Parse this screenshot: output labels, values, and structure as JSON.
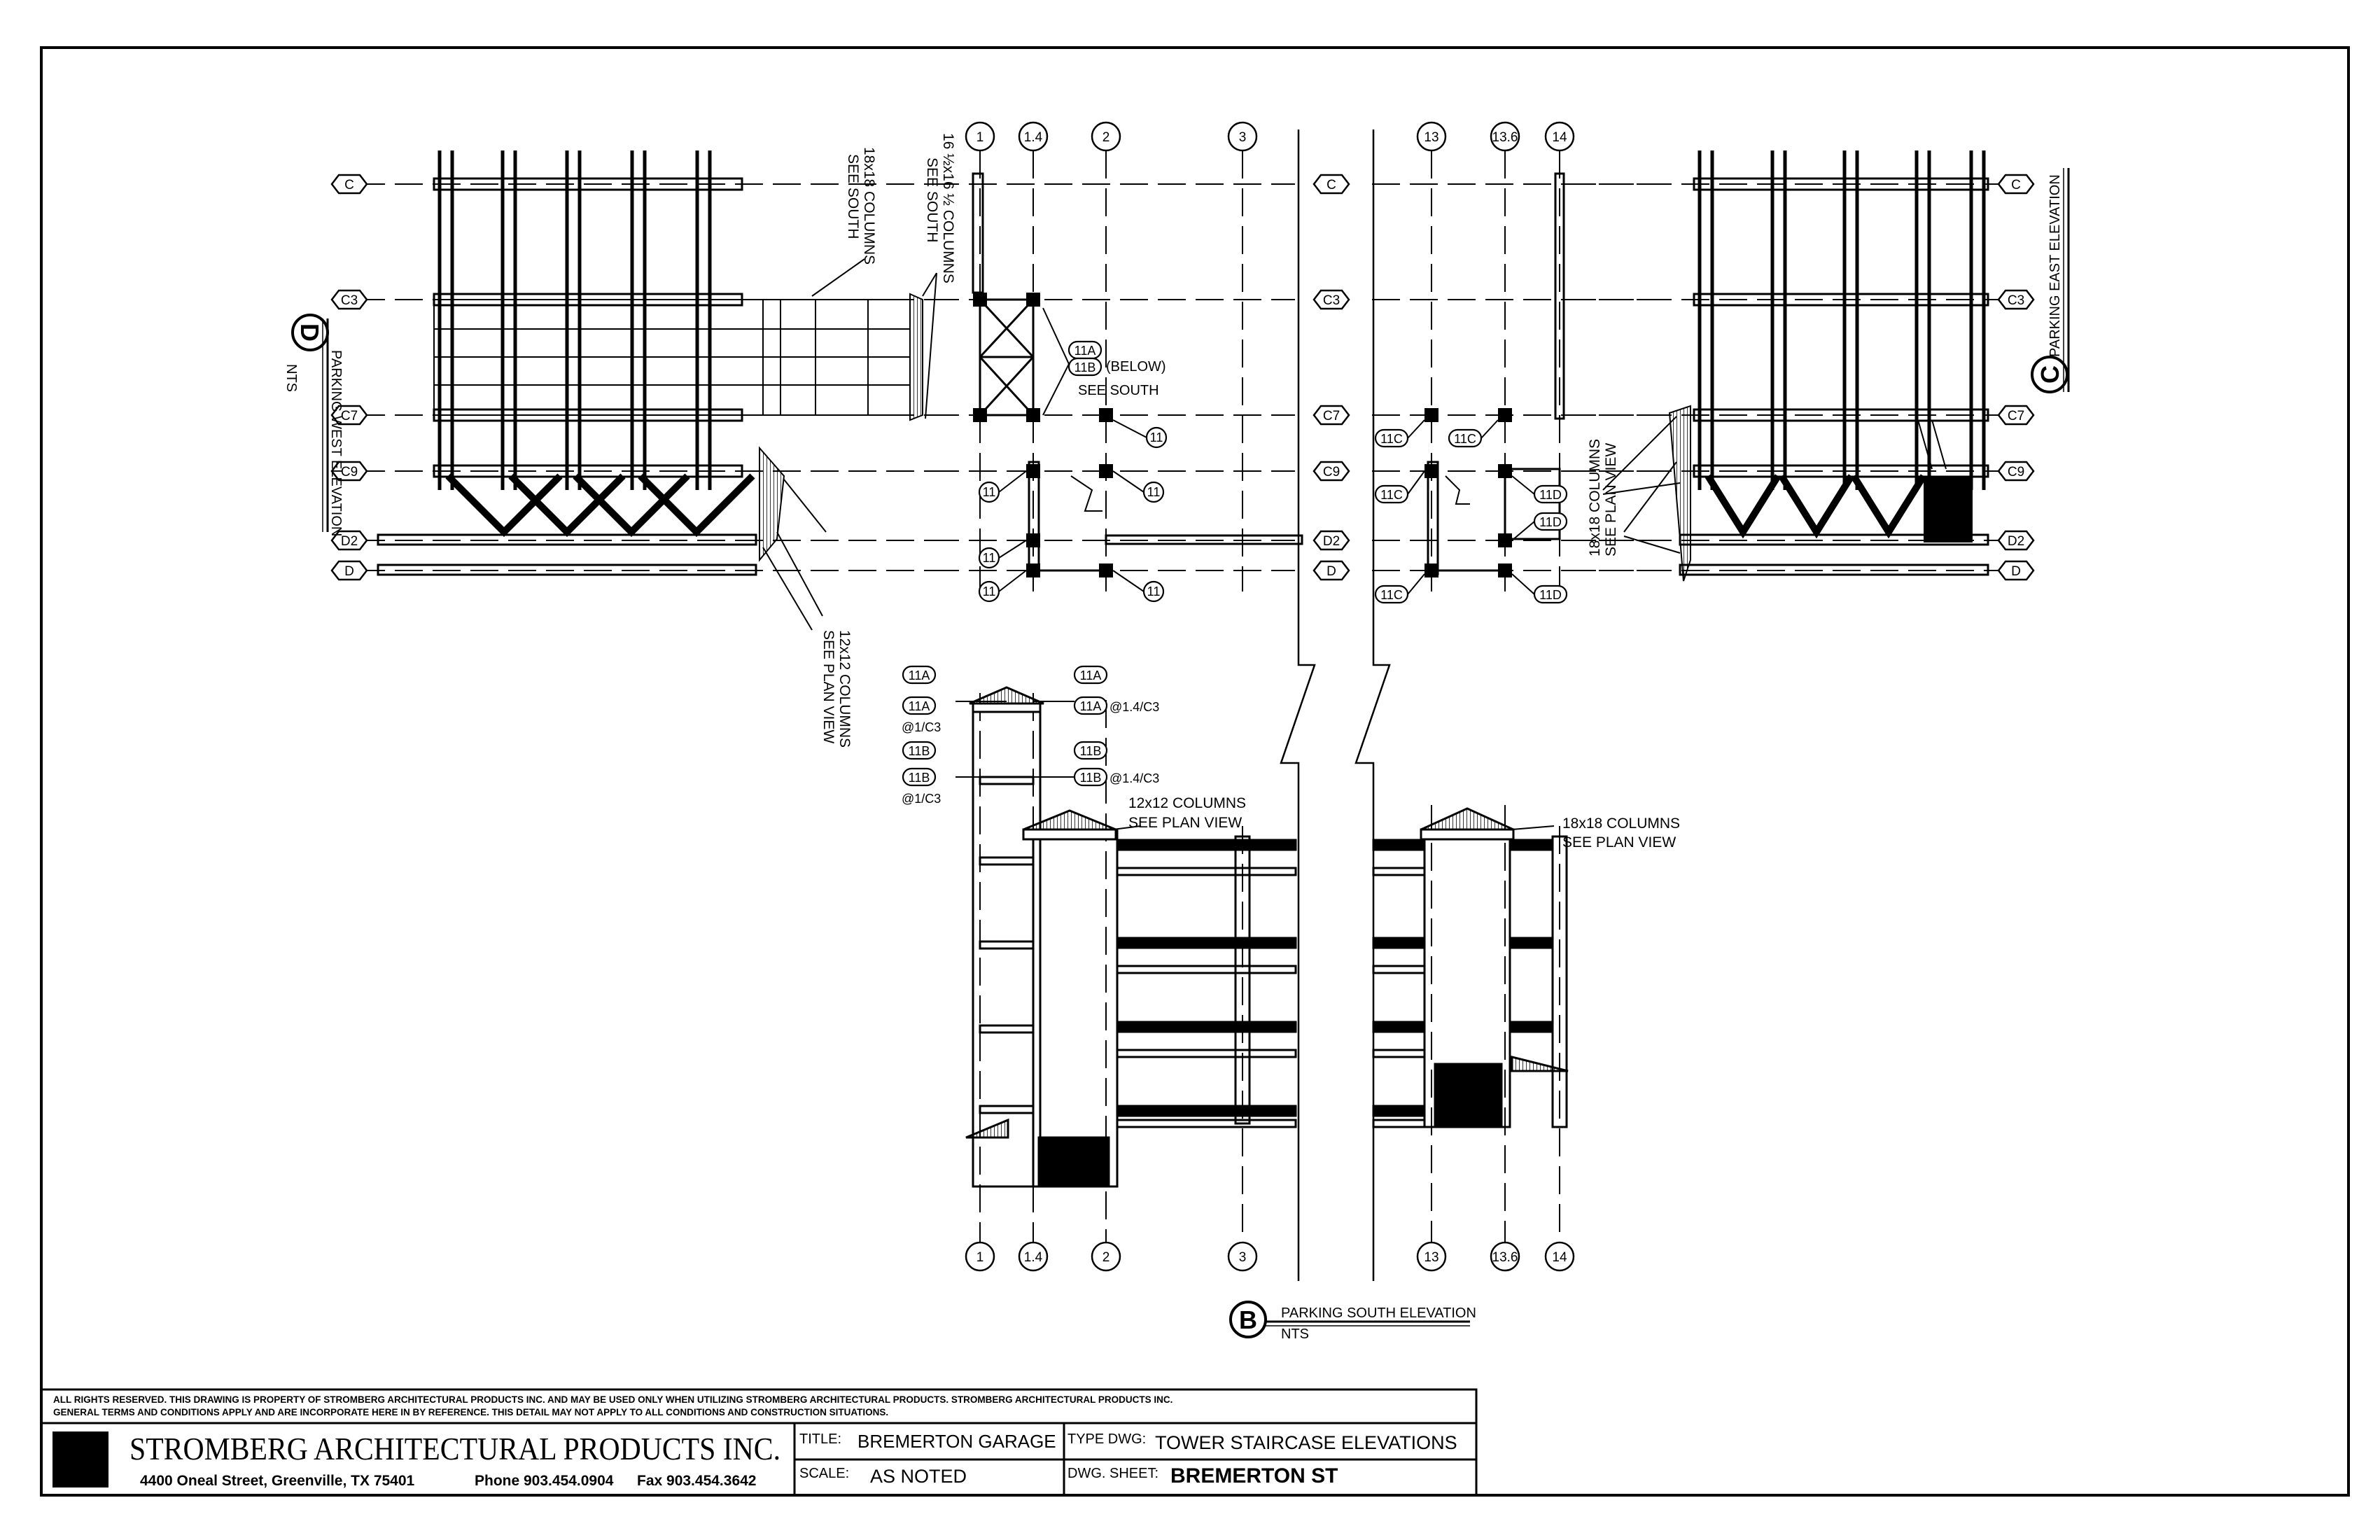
{
  "grid": {
    "north": [
      "1",
      "1.4",
      "2",
      "3",
      "13",
      "13.6",
      "14"
    ],
    "rows": [
      "C",
      "C3",
      "C7",
      "C9",
      "D2",
      "D"
    ]
  },
  "views": {
    "west": {
      "letter": "D",
      "title": "PARKING WEST ELEVATION",
      "scale": "NTS"
    },
    "east": {
      "letter": "C",
      "title": "PARKING EAST ELEVATION"
    },
    "south": {
      "letter": "B",
      "title": "PARKING SOUTH ELEVATION",
      "scale": "NTS"
    }
  },
  "notes": {
    "west_18x18": [
      "18x18 COLUMNS",
      "SEE SOUTH"
    ],
    "west_16x16": [
      "16 ½x16 ½ COLUMNS",
      "SEE SOUTH"
    ],
    "west_12x12": [
      "12x12 COLUMNS",
      "SEE PLAN VIEW"
    ],
    "below": [
      "(BELOW)",
      "SEE SOUTH"
    ],
    "east_18x18": [
      "18x18 COLUMNS",
      "SEE PLAN VIEW"
    ],
    "south_12x12": [
      "12x12 COLUMNS",
      "SEE PLAN VIEW"
    ],
    "south_18x18": [
      "18x18 COLUMNS",
      "SEE PLAN VIEW"
    ],
    "ref_c3_a": "@1.4/C3",
    "ref_c3_b": "@1/C3"
  },
  "tags": {
    "a": "11A",
    "b": "11B",
    "c": "11C",
    "d": "11D",
    "n": "11"
  },
  "title_block": {
    "rights": "ALL RIGHTS RESERVED. THIS DRAWING IS PROPERTY OF STROMBERG ARCHITECTURAL PRODUCTS INC. AND MAY BE USED ONLY WHEN UTILIZING STROMBERG ARCHITECTURAL PRODUCTS.  STROMBERG ARCHITECTURAL PRODUCTS INC.",
    "rights2": "GENERAL TERMS AND CONDITIONS APPLY AND ARE INCORPORATE HERE IN BY REFERENCE.  THIS DETAIL MAY NOT APPLY TO ALL CONDITIONS AND CONSTRUCTION SITUATIONS.",
    "company": "STROMBERG ARCHITECTURAL PRODUCTS INC.",
    "address": "4400 Oneal Street, Greenville, TX  75401",
    "phone": "Phone 903.454.0904",
    "fax": "Fax 903.454.3642",
    "title_label": "TITLE:",
    "title_value": "BREMERTON GARAGE",
    "type_label": "TYPE DWG:",
    "type_value": "TOWER STAIRCASE ELEVATIONS",
    "scale_label": "SCALE:",
    "scale_value": "AS NOTED",
    "sheet_label": "DWG. SHEET:",
    "sheet_value": "BREMERTON ST"
  }
}
